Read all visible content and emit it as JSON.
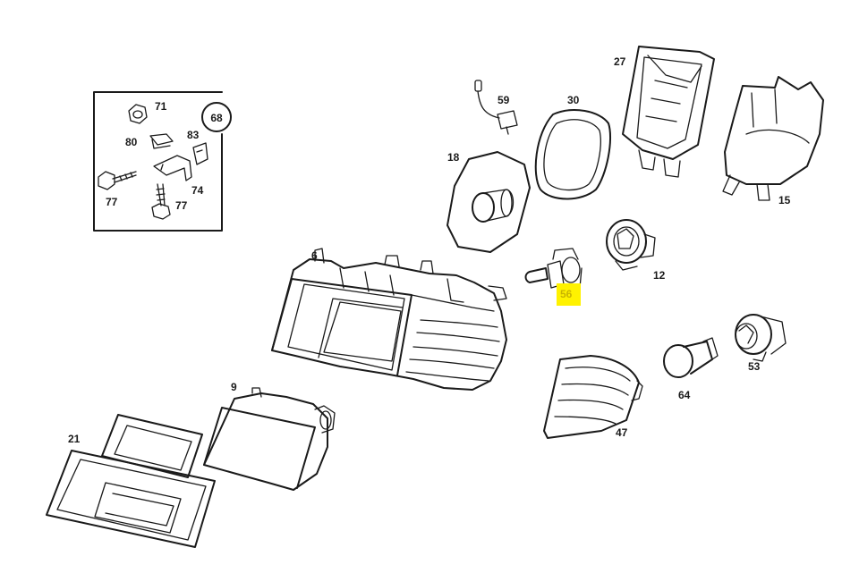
{
  "diagram": {
    "labels": {
      "p71": "71",
      "p68": "68",
      "p80": "80",
      "p83": "83",
      "p77a": "77",
      "p74": "74",
      "p77b": "77",
      "p59": "59",
      "p30": "30",
      "p27": "27",
      "p18": "18",
      "p15": "15",
      "p6": "6",
      "p56": "56",
      "p12": "12",
      "p53": "53",
      "p64": "64",
      "p9": "9",
      "p47": "47",
      "p21": "21"
    },
    "highlighted_part": "56",
    "highlight_color": "#fff200"
  }
}
